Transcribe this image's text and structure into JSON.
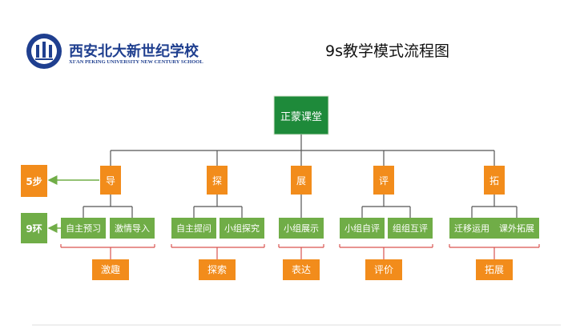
{
  "header": {
    "school_name_cn": "西安北大新世纪学校",
    "school_name_en": "XI'AN PEKING UNIVERSITY NEW CENTURY SCHOOL",
    "title": "9s教学模式流程图"
  },
  "root": {
    "label": "正蒙课堂"
  },
  "side_labels": {
    "steps": "5步",
    "rings": "9环"
  },
  "stages": [
    {
      "label": "导",
      "subs": [
        "自主预习",
        "激情导入"
      ],
      "outcome": "激趣"
    },
    {
      "label": "探",
      "subs": [
        "自主提问",
        "小组探究"
      ],
      "outcome": "探索"
    },
    {
      "label": "展",
      "subs": [
        "小组展示"
      ],
      "outcome": "表达"
    },
    {
      "label": "评",
      "subs": [
        "小组自评",
        "组组互评"
      ],
      "outcome": "评价"
    },
    {
      "label": "拓",
      "subs": [
        "迁移运用",
        "课外拓展"
      ],
      "outcome": "拓展"
    }
  ],
  "colors": {
    "dark_green": "#1e8a3a",
    "green": "#70ad47",
    "orange": "#f28c1b",
    "line": "#555555",
    "bracket_red": "#d9534f",
    "arrow_green": "#70ad47",
    "logo_blue": "#1f3f8f",
    "title": "#111111"
  }
}
